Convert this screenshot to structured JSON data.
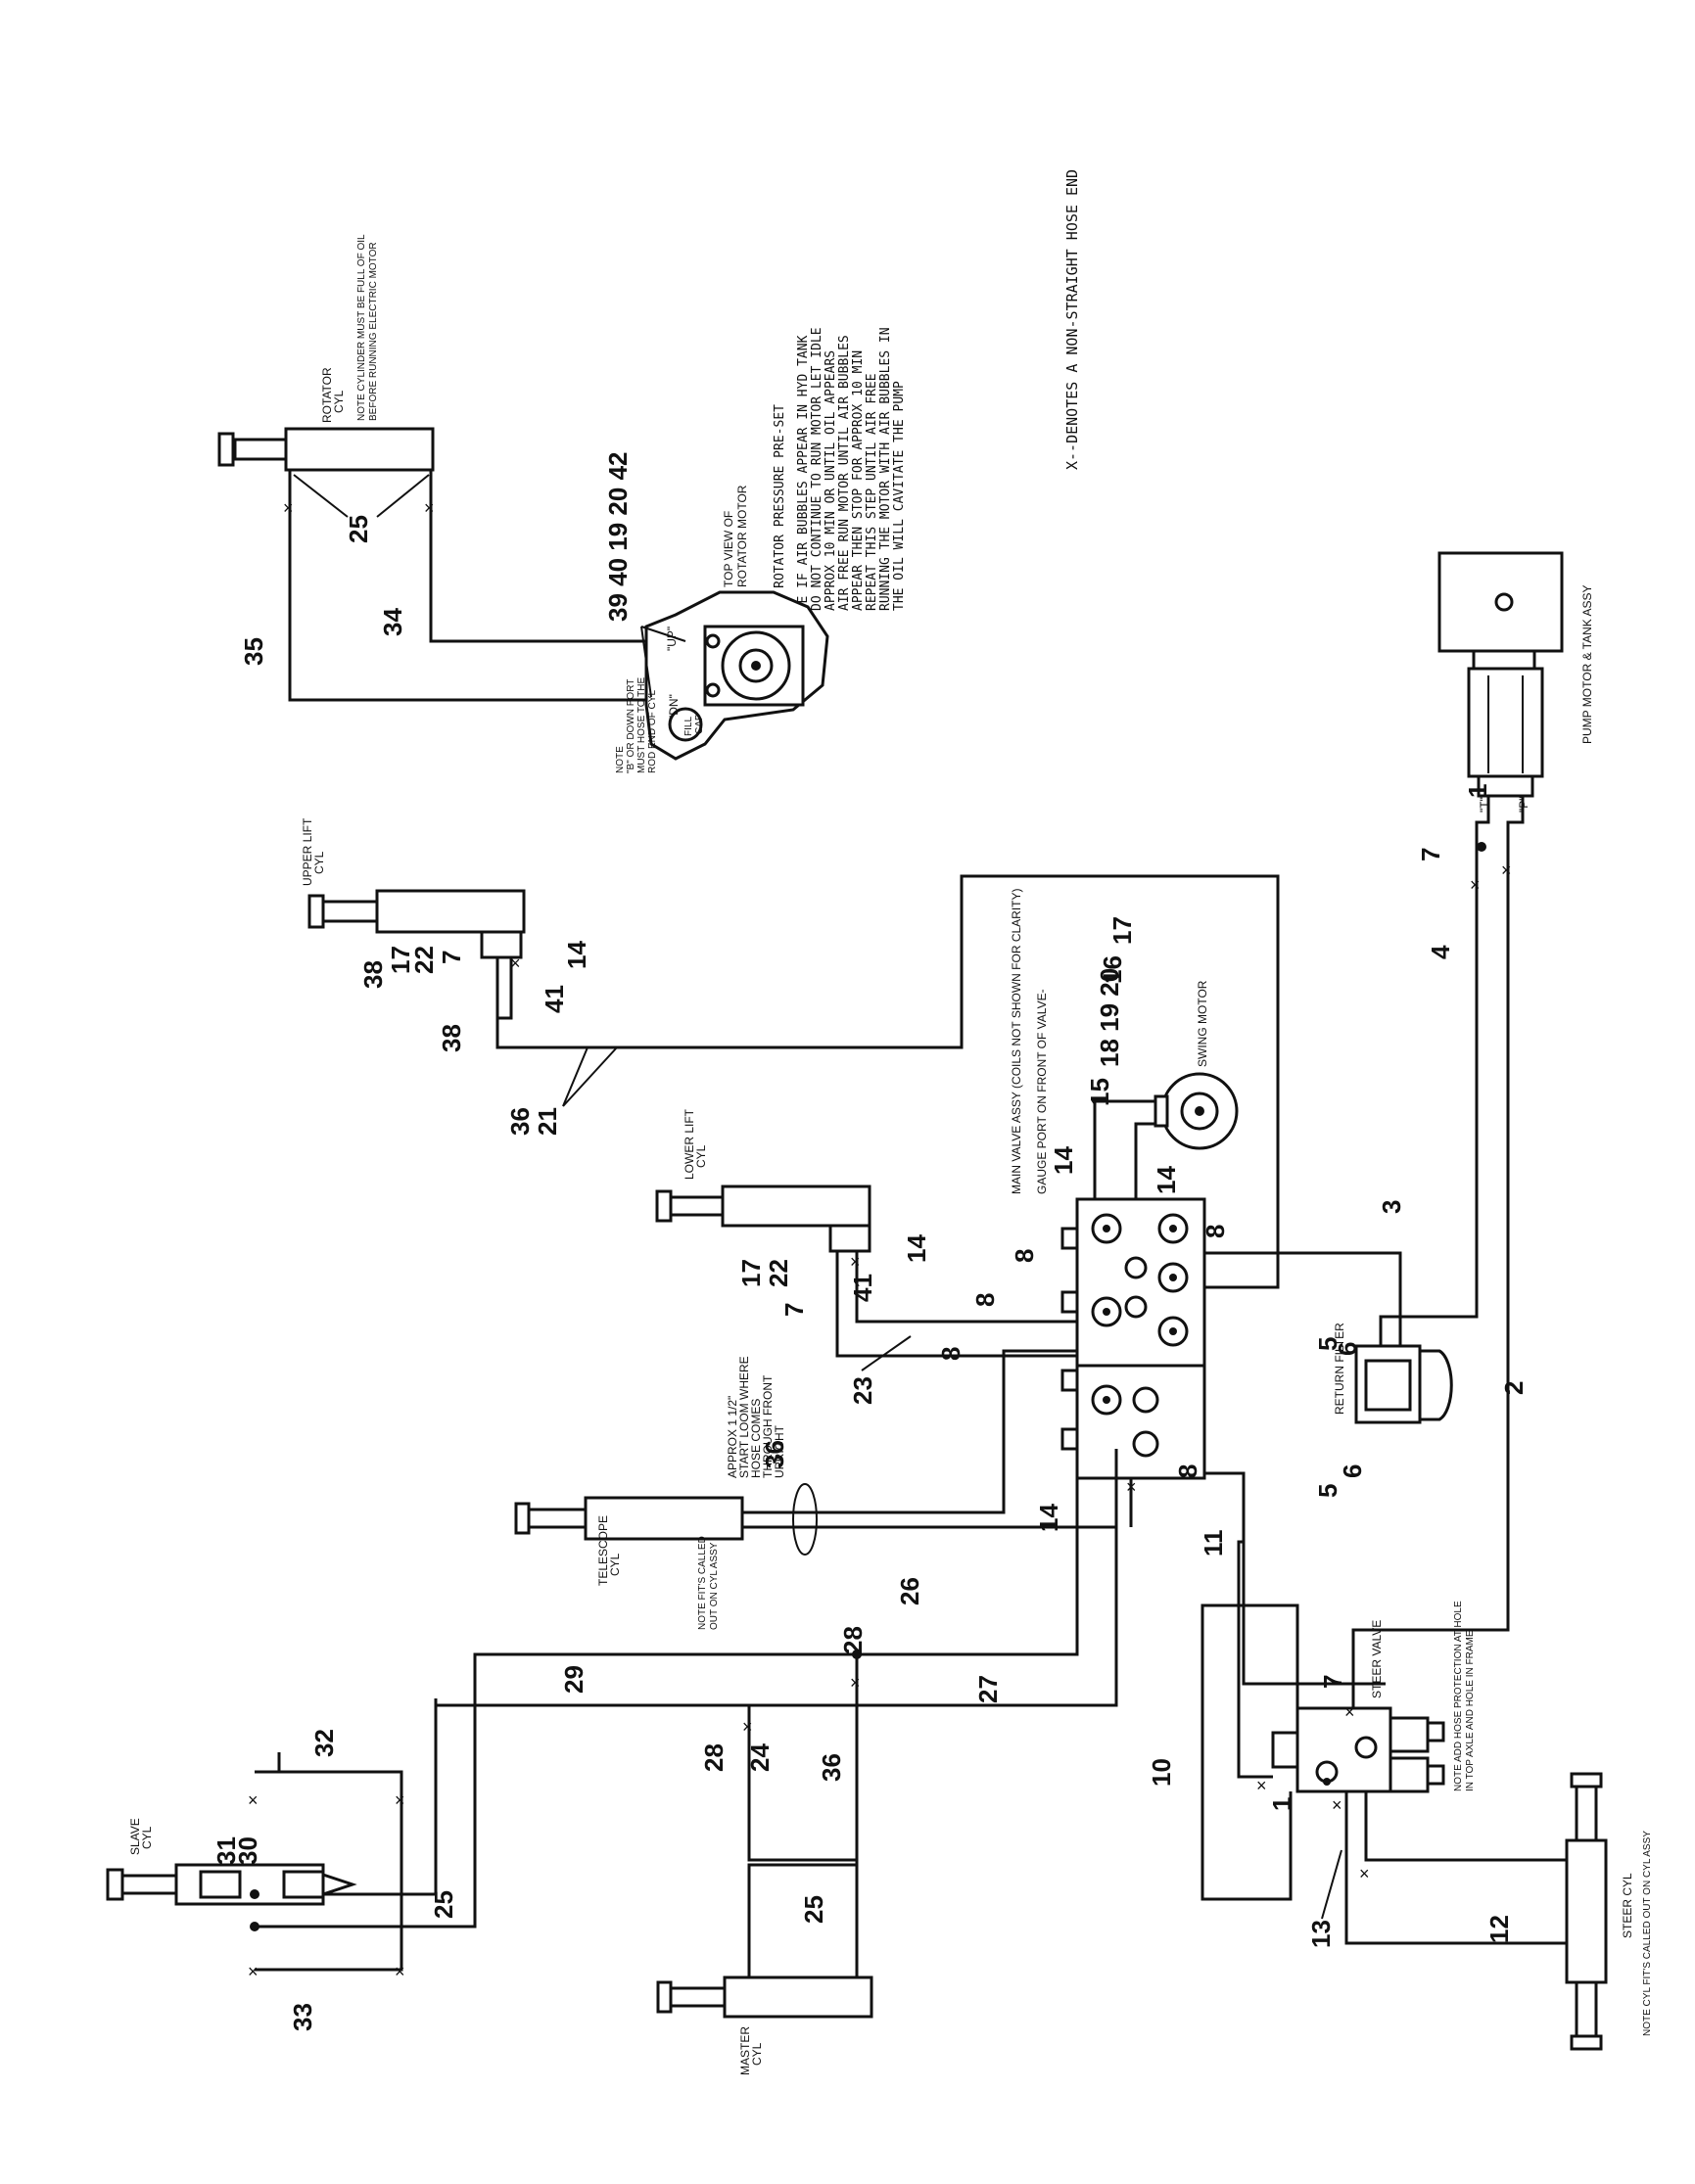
{
  "notes": {
    "x_denotes": "X--DENOTES A NON-STRAIGHT HOSE END",
    "rotator_pressure": "NOTE  ROTATOR PRESSURE PRE-SET",
    "air_bubbles": [
      "NOTE IF AIR BUBBLES APPEAR IN HYD  TANK",
      "DO NOT CONTINUE TO RUN MOTOR  LET IDLE",
      "APPROX 10 MIN  OR UNTIL OIL APPEARS",
      "AIR FREE  RUN MOTOR UNTIL AIR BUBBLES",
      "APPEAR  THEN STOP FOR APPROX 10 MIN",
      "REPEAT THIS STEP UNTIL AIR FREE",
      "RUNNING THE MOTOR WITH AIR BUBBLES IN",
      "THE OIL WILL CAVITATE THE PUMP"
    ],
    "cylinder_full": [
      "NOTE  CYLINDER MUST BE FULL OF OIL",
      "BEFORE RUNNING ELECTRIC MOTOR"
    ],
    "b_port": [
      "NOTE",
      "\"B\" OR DOWN PORT",
      "MUST HOSE TO THE",
      "ROD END OF CYL"
    ],
    "main_valve": "MAIN VALVE ASSY (COILS NOT SHOWN FOR CLARITY)",
    "gauge_port": "GAUGE PORT ON FRONT OF VALVE-",
    "approx_hose": [
      "APPROX 1 1/2\"",
      "START LOOM WHERE",
      "HOSE COMES",
      "THROUGH FRONT",
      "UPRIGHT"
    ],
    "telescope_fittings": [
      "NOTE  FIT'S CALLED",
      "OUT ON CYL ASSY"
    ],
    "steer_fittings": "NOTE  CYL  FIT'S CALLED OUT ON CYL  ASSY",
    "steer_valve_note": [
      "NOTE  ADD HOSE PROTECTION AT HOLE",
      "IN TOP AXLE AND HOLE IN FRAME"
    ]
  },
  "components": {
    "rotator_cyl": [
      "ROTATOR",
      "CYL"
    ],
    "top_view": [
      "TOP VIEW OF",
      "ROTATOR MOTOR"
    ],
    "fill_cap": [
      "FILL",
      "CAP"
    ],
    "up_port": "\"UP\"",
    "dn_port": "\"DN\"",
    "upper_lift": [
      "UPPER LIFT",
      "CYL"
    ],
    "lower_lift": [
      "LOWER LIFT",
      "CYL"
    ],
    "swing_motor": "SWING MOTOR",
    "pump_motor": "PUMP MOTOR & TANK ASSY",
    "return_filter": "RETURN FILTER",
    "telescope": [
      "TELESCOPE",
      "CYL"
    ],
    "slave": [
      "SLAVE",
      "CYL"
    ],
    "master": [
      "MASTER",
      "CYL"
    ],
    "steer_valve": "STEER VALVE",
    "steer_cyl": "STEER CYL",
    "t_port": "\"T\"",
    "p_port": "\"P\""
  },
  "callouts": {
    "c35": "35",
    "c34": "34",
    "c25a": "25",
    "c39": "39 40 19 20 42",
    "c38a": "38",
    "c17a": "17",
    "c22a": "22",
    "c7a": "7",
    "c38b": "38",
    "c41a": "41",
    "c14a": "14",
    "c36a": "36",
    "c21": "21",
    "c18": "18 19 20",
    "c16": "16",
    "c17b": "17",
    "c15": "15",
    "c1a": "1",
    "c7b": "7",
    "c4": "4",
    "c3": "3",
    "c2": "2",
    "c14b": "14",
    "c14c": "14",
    "c8a": "8",
    "c8b": "8",
    "c8c": "8",
    "c8d": "8",
    "c8e": "8",
    "c17c": "17",
    "c22b": "22",
    "c7c": "7",
    "c41b": "41",
    "c14d": "14",
    "c23": "23",
    "c36b": "36",
    "c14e": "14",
    "c26": "26",
    "c5a": "5",
    "c6a": "6",
    "c5b": "5",
    "c6b": "6",
    "c11": "11",
    "c28a": "28",
    "c29": "29",
    "c27": "27",
    "c28b": "28",
    "c24": "24",
    "c36c": "36",
    "c25b": "25",
    "c31": "31",
    "c30": "30",
    "c32": "32",
    "c33": "33",
    "c25c": "25",
    "c10": "10",
    "c7d": "7",
    "c1b": "1",
    "c13": "13",
    "c12": "12"
  }
}
